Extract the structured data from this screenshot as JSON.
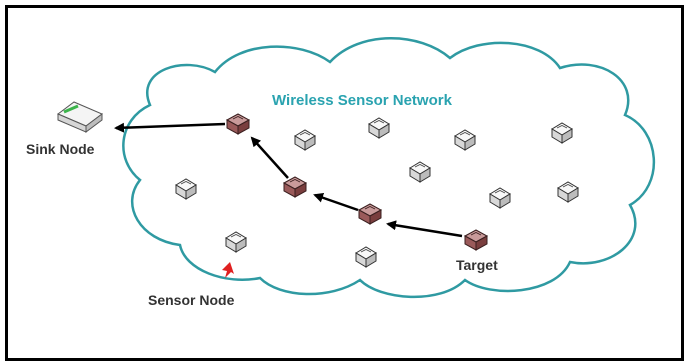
{
  "diagram": {
    "title": "Wireless Sensor Network",
    "labels": {
      "sink": "Sink Node",
      "target": "Target",
      "sensor": "Sensor Node"
    },
    "colors": {
      "cloud_outline": "#2f9aa2",
      "title": "#2aa3b0",
      "path_node": "#9a5a5a",
      "sensor_node": "#ececec",
      "arrow": "#000000",
      "pointer": "#e02020"
    },
    "icons": [
      "sink-node-icon",
      "sensor-node-icon",
      "path-node-icon",
      "arrow",
      "pointer-arrow"
    ]
  }
}
